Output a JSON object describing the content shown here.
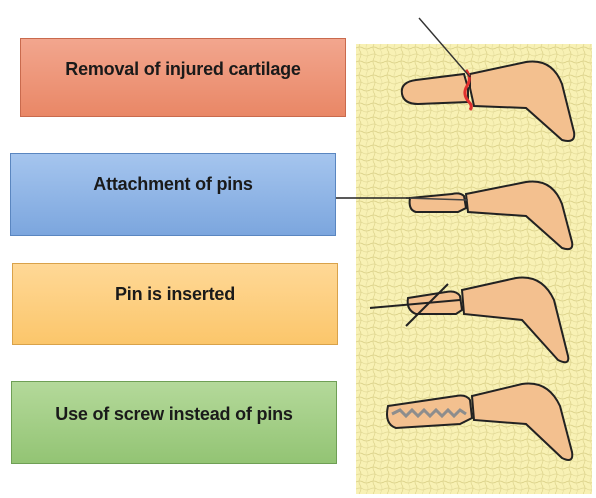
{
  "steps": [
    {
      "label": "Removal of injured cartilage",
      "color": "#ec9373"
    },
    {
      "label": "Attachment of pins",
      "color": "#8fb4e6"
    },
    {
      "label": "Pin is inserted",
      "color": "#fdcc78"
    },
    {
      "label": "Use of screw instead of pins",
      "color": "#a3cd85"
    }
  ],
  "illustration": {
    "background_color": "#f8f1b4",
    "bone_color": "#f3c08f",
    "cartilage_mark_color": "#e0302e"
  }
}
